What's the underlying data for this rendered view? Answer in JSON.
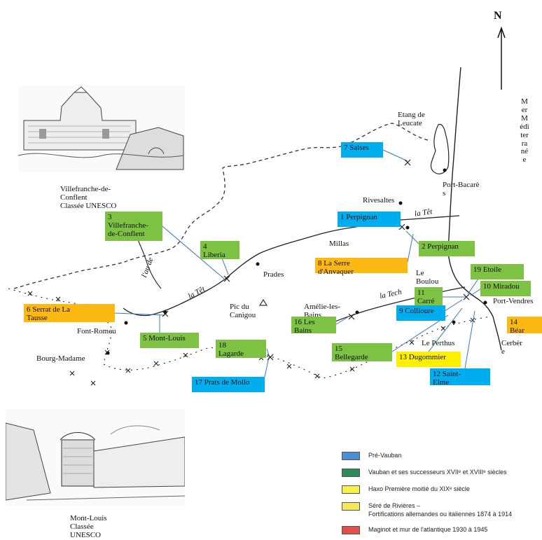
{
  "north_label": "N",
  "sea_label": "MerMéditerranée",
  "colors": {
    "pre_vauban": "#00aeef",
    "vauban": "#7dc242",
    "haxo": "#ffef00",
    "sere": "#fdb913",
    "maginot": "#e8453c",
    "legend_pre_vauban": "#4a90d9",
    "legend_vauban": "#2e8b57",
    "legend_haxo": "#f7f24a",
    "legend_sere": "#f5e65a",
    "legend_maginot": "#e05050"
  },
  "places": [
    {
      "name": "Etang de\nLeucate"
    },
    {
      "name": "Port-Bacarè\ns"
    },
    {
      "name": "Rivesaltes"
    },
    {
      "name": "Millas"
    },
    {
      "name": "Prades"
    },
    {
      "name": "Pic du\nCanigou"
    },
    {
      "name": "Amélie-les-\nBains"
    },
    {
      "name": "Le\nBoulou"
    },
    {
      "name": "Le Perthus"
    },
    {
      "name": "Port-Vendres"
    },
    {
      "name": "Cerbèr\ne"
    },
    {
      "name": "Font-Romeu"
    },
    {
      "name": "Bourg-Madame"
    },
    {
      "name": "Villefranche-de-\nConflent\n           Classée UNESCO"
    },
    {
      "name": "Mont-Louis\nClassée\nUNESCO"
    }
  ],
  "river_labels": [
    {
      "name": "la Têt"
    },
    {
      "name": "la Têt"
    },
    {
      "name": "la Tech"
    },
    {
      "name": "l'au de"
    }
  ],
  "sites": [
    {
      "label": "7 Salses",
      "category": "pre_vauban"
    },
    {
      "label": "1 Perpignan",
      "category": "pre_vauban"
    },
    {
      "label": "2 Perpignan",
      "category": "vauban"
    },
    {
      "label": "3\nVillefranche-\nde-Conflent",
      "category": "vauban"
    },
    {
      "label": "4\nLiberia",
      "category": "vauban"
    },
    {
      "label": "8 La Serre\nd'Anvaquer",
      "category": "sere"
    },
    {
      "label": "19 Etoile",
      "category": "vauban"
    },
    {
      "label": "10 Miradou",
      "category": "vauban"
    },
    {
      "label": "11\nCarré",
      "category": "vauban"
    },
    {
      "label": "9 Collioure",
      "category": "pre_vauban"
    },
    {
      "label": "14\nBéar",
      "category": "sere"
    },
    {
      "label": "6 Serrat de La\nTausse",
      "category": "sere"
    },
    {
      "label": "16 Les\nBains",
      "category": "vauban"
    },
    {
      "label": "5 Mont-Louis",
      "category": "vauban"
    },
    {
      "label": "18\nLagarde",
      "category": "vauban"
    },
    {
      "label": "15\nBellegarde",
      "category": "vauban"
    },
    {
      "label": "13 Dugommier",
      "category": "haxo"
    },
    {
      "label": "12 Saint-\nElme",
      "category": "pre_vauban"
    },
    {
      "label": "17 Prats de Mollo",
      "category": "pre_vauban"
    }
  ],
  "legend": [
    {
      "text": "Pré-Vauban",
      "color_key": "legend_pre_vauban"
    },
    {
      "text": "Vauban et ses successeurs XVIIᵉ et XVIIIᵉ siècles",
      "color_key": "legend_vauban"
    },
    {
      "text": "Haxo  Première moitié du XIXᵉ siècle",
      "color_key": "legend_haxo"
    },
    {
      "text": "Séré de Rivières –\nFortifications allemandes ou italiennes 1874 à 1914",
      "color_key": "legend_sere"
    },
    {
      "text": "Maginot et mur de l'atlantique 1930 à 1945",
      "color_key": "legend_maginot"
    }
  ]
}
